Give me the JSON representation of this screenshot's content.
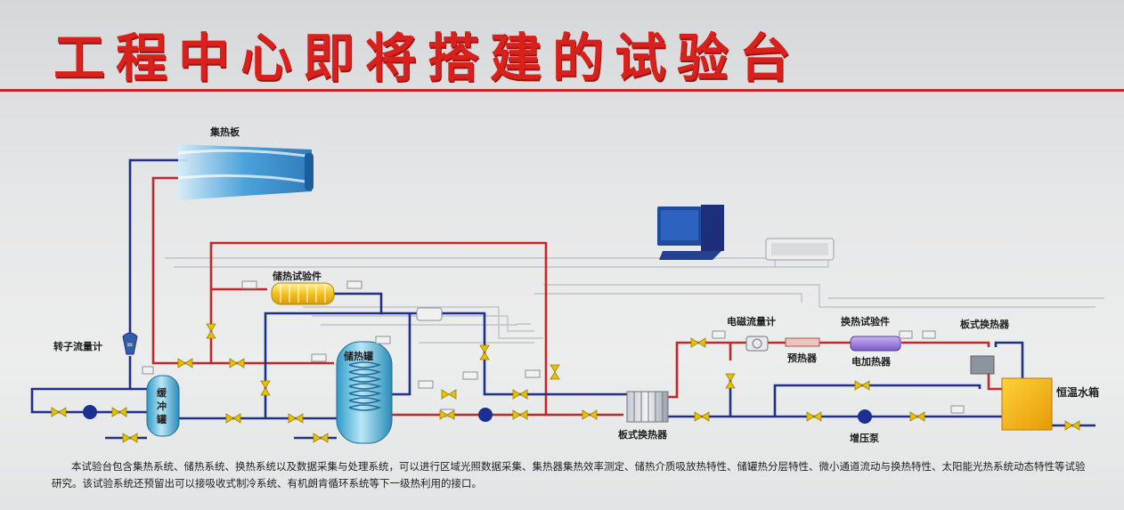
{
  "title": "工程中心即将搭建的试验台",
  "labels": {
    "collector": "集热板",
    "storage_test": "储热试验件",
    "rotameter": "转子流量计",
    "buffer_tank": "缓冲罐",
    "storage_tank": "储热罐",
    "plate_hx_main": "板式换热器",
    "em_flowmeter": "电磁流量计",
    "preheater": "预热器",
    "hx_test": "换热试验件",
    "electric_heater": "电加热器",
    "plate_hx_right": "板式换热器",
    "const_temp_tank": "恒温水箱",
    "booster_pump": "增压泵"
  },
  "description": "本试验台包含集热系统、储热系统、换热系统以及数据采集与处理系统，可以进行区域光照数据采集、集热器集热效率测定、储热介质吸放热特性、储罐热分层特性、微小通道流动与换热特性、太阳能光热系统动态特性等试验研究。该试验系统还预留出可以接吸收式制冷系统、有机朗肯循环系统等下一级热利用的接口。",
  "colors": {
    "title": "#d8201c",
    "hot_pipe": "#c4262a",
    "cold_pipe": "#1f2f8a",
    "signal_line": "#b9bcc0"
  }
}
